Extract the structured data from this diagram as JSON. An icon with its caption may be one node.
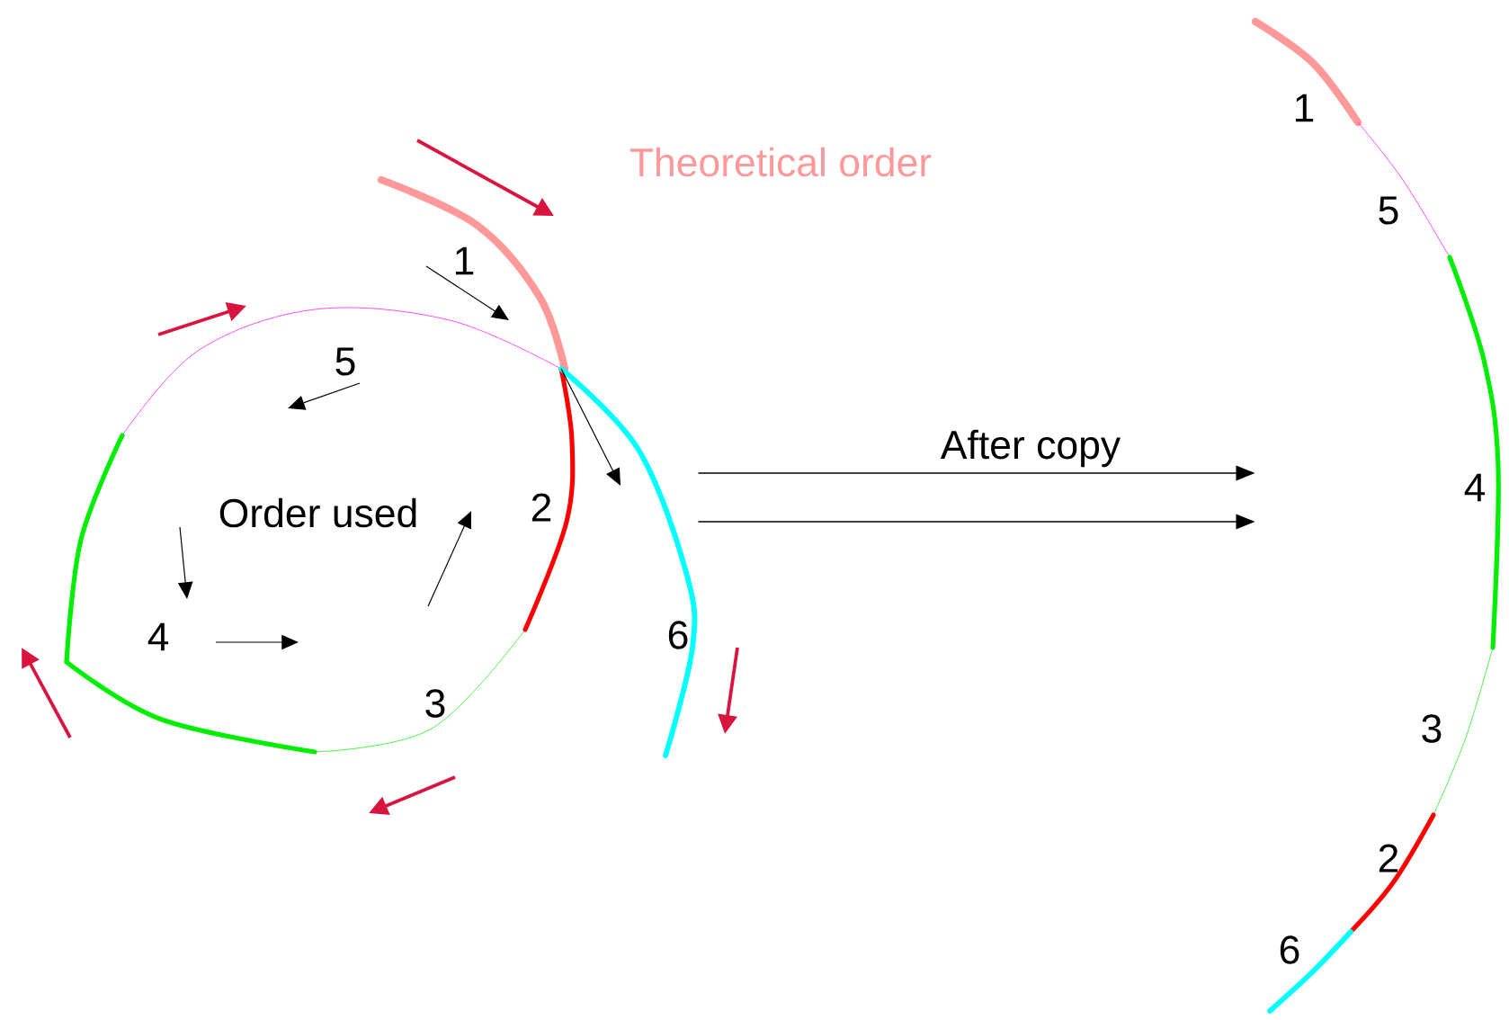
{
  "diagram": {
    "nodes": [
      {
        "text": [],
        "shape": "picture"
      },
      {
        "text": [],
        "shape": "picture"
      }
    ],
    "edges": [
      {
        "from": 0,
        "to": 1,
        "arrow": "to",
        "label": "After copy"
      },
      {
        "from": 0,
        "to": 1,
        "arrow": "to"
      }
    ],
    "labels": [
      "Theoretical order",
      "1",
      "5",
      "Order used",
      "2",
      "4",
      "6",
      "3",
      "1",
      "5",
      "4",
      "3",
      "2",
      "6"
    ]
  }
}
